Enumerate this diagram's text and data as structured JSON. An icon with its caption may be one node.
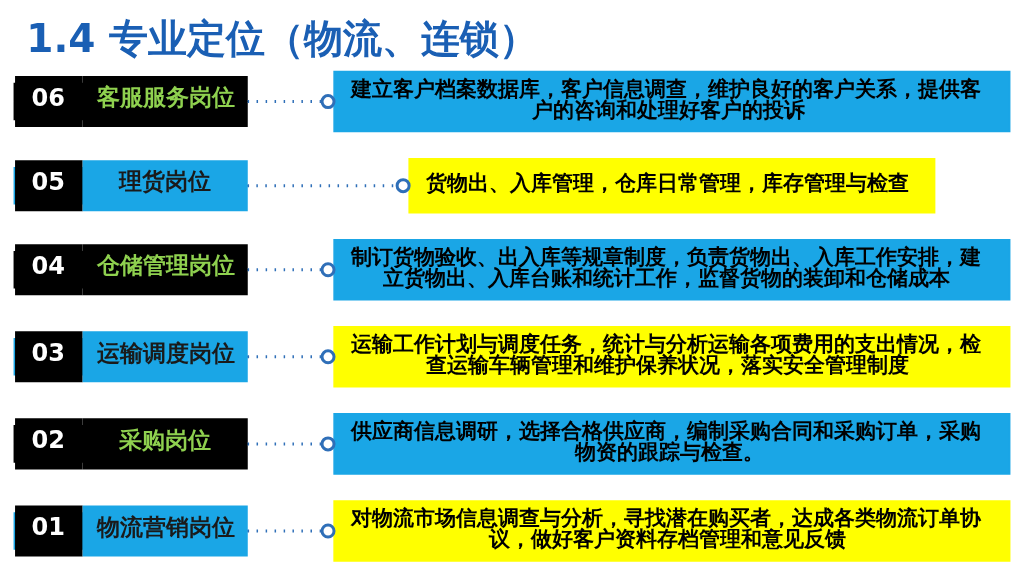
{
  "diagram": {
    "title": "1.4 专业定位（物流、连锁）",
    "nodes": [
      {
        "text": [
          "01",
          "物流营销岗位"
        ]
      },
      {
        "text": [
          "对物流市场信息调查与分析，寻找潜在购买者，达成各类物流订单协议，做好客户资料存档管理和意见反馈"
        ]
      },
      {
        "text": [
          "02",
          "采购岗位"
        ]
      },
      {
        "text": [
          "供应商信息调研，选择合格供应商，编制采购合同和采购订单，采购物资的跟踪与检查。"
        ]
      },
      {
        "text": [
          "03",
          "运输调度岗位"
        ]
      },
      {
        "text": [
          "运输工作计划与调度任务，统计与分析运输各项费用的支出情况，检查运输车辆管理和维护保养状况，落实安全管理制度"
        ]
      },
      {
        "text": [
          "04",
          "仓储管理岗位"
        ]
      },
      {
        "text": [
          "制订货物验收、出入库等规章制度，负责货物出、入库工作安排，建立货物出、入库台账和统计工作，监督货物的装卸和仓储成本"
        ]
      },
      {
        "text": [
          "05",
          "理货岗位"
        ]
      },
      {
        "text": [
          "货物出、入库管理，仓库日常管理，库存管理与检查"
        ]
      },
      {
        "text": [
          "06",
          "客服服务岗位"
        ]
      },
      {
        "text": [
          "建立客户档案数据库，客户信息调查，维护良好的客户关系，提供客户的咨询和处理好客户的投诉"
        ]
      }
    ],
    "edges": [
      {
        "from": 0,
        "to": 1,
        "arrow": "other",
        "style": "dashed"
      },
      {
        "from": 2,
        "to": 3,
        "arrow": "other",
        "style": "dashed"
      },
      {
        "from": 4,
        "to": 5,
        "arrow": "other",
        "style": "dashed"
      },
      {
        "from": 6,
        "to": 7,
        "arrow": "other",
        "style": "dashed"
      },
      {
        "from": 8,
        "to": 9,
        "arrow": "other",
        "style": "dashed"
      },
      {
        "from": 10,
        "to": 11,
        "arrow": "other",
        "style": "dashed"
      }
    ]
  }
}
